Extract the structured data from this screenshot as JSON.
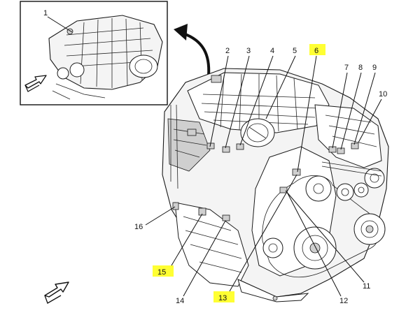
{
  "highlight_color": "#ffff33",
  "inset": {
    "callouts": [
      {
        "id": "c1",
        "label": "1"
      }
    ],
    "icons": [
      "view-direction-arrow-icon"
    ]
  },
  "callouts": [
    {
      "id": "c2",
      "label": "2",
      "highlighted": false
    },
    {
      "id": "c3",
      "label": "3",
      "highlighted": false
    },
    {
      "id": "c4",
      "label": "4",
      "highlighted": false
    },
    {
      "id": "c5",
      "label": "5",
      "highlighted": false
    },
    {
      "id": "c6",
      "label": "6",
      "highlighted": true
    },
    {
      "id": "c7",
      "label": "7",
      "highlighted": false
    },
    {
      "id": "c8",
      "label": "8",
      "highlighted": false
    },
    {
      "id": "c9",
      "label": "9",
      "highlighted": false
    },
    {
      "id": "c10",
      "label": "10",
      "highlighted": false
    },
    {
      "id": "c11",
      "label": "11",
      "highlighted": false
    },
    {
      "id": "c12",
      "label": "12",
      "highlighted": false
    },
    {
      "id": "c13",
      "label": "13",
      "highlighted": true
    },
    {
      "id": "c14",
      "label": "14",
      "highlighted": false
    },
    {
      "id": "c15",
      "label": "15",
      "highlighted": true
    },
    {
      "id": "c16",
      "label": "16",
      "highlighted": false
    }
  ],
  "icons": [
    "inset-pointer-arrow-icon",
    "view-direction-arrow-icon"
  ]
}
